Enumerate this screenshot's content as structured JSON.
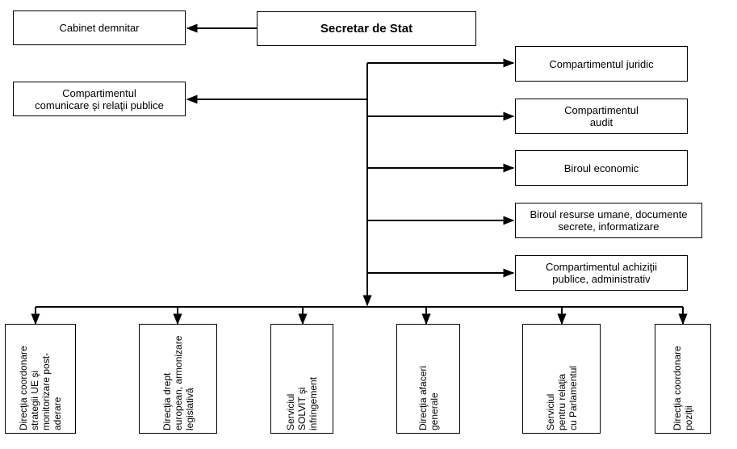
{
  "org_chart": {
    "head": "Secretar de Stat",
    "cabinet": "Cabinet demnitar",
    "communication": "Compartimentul\ncomunicare şi relaţii publice",
    "right_units": [
      "Compartimentul juridic",
      "Compartimentul\naudit",
      "Biroul economic",
      "Biroul resurse umane, documente\nsecrete, informatizare",
      "Compartimentul achiziţii\npublice, administrativ"
    ],
    "bottom_units": [
      "Direcţia coordonare\nstrategii UE şi\nmonitorizare post-\naderare",
      "Direcţia drept\neuropean, armonizare\nlegislativă",
      "Serviciul\nSOLVIT şi\ninfringement",
      "Direcţia afaceri\ngenerale",
      "Serviciul\npentru relaţia\ncu Parlamentul",
      "Direcţia coordonare\npoziţii"
    ]
  }
}
